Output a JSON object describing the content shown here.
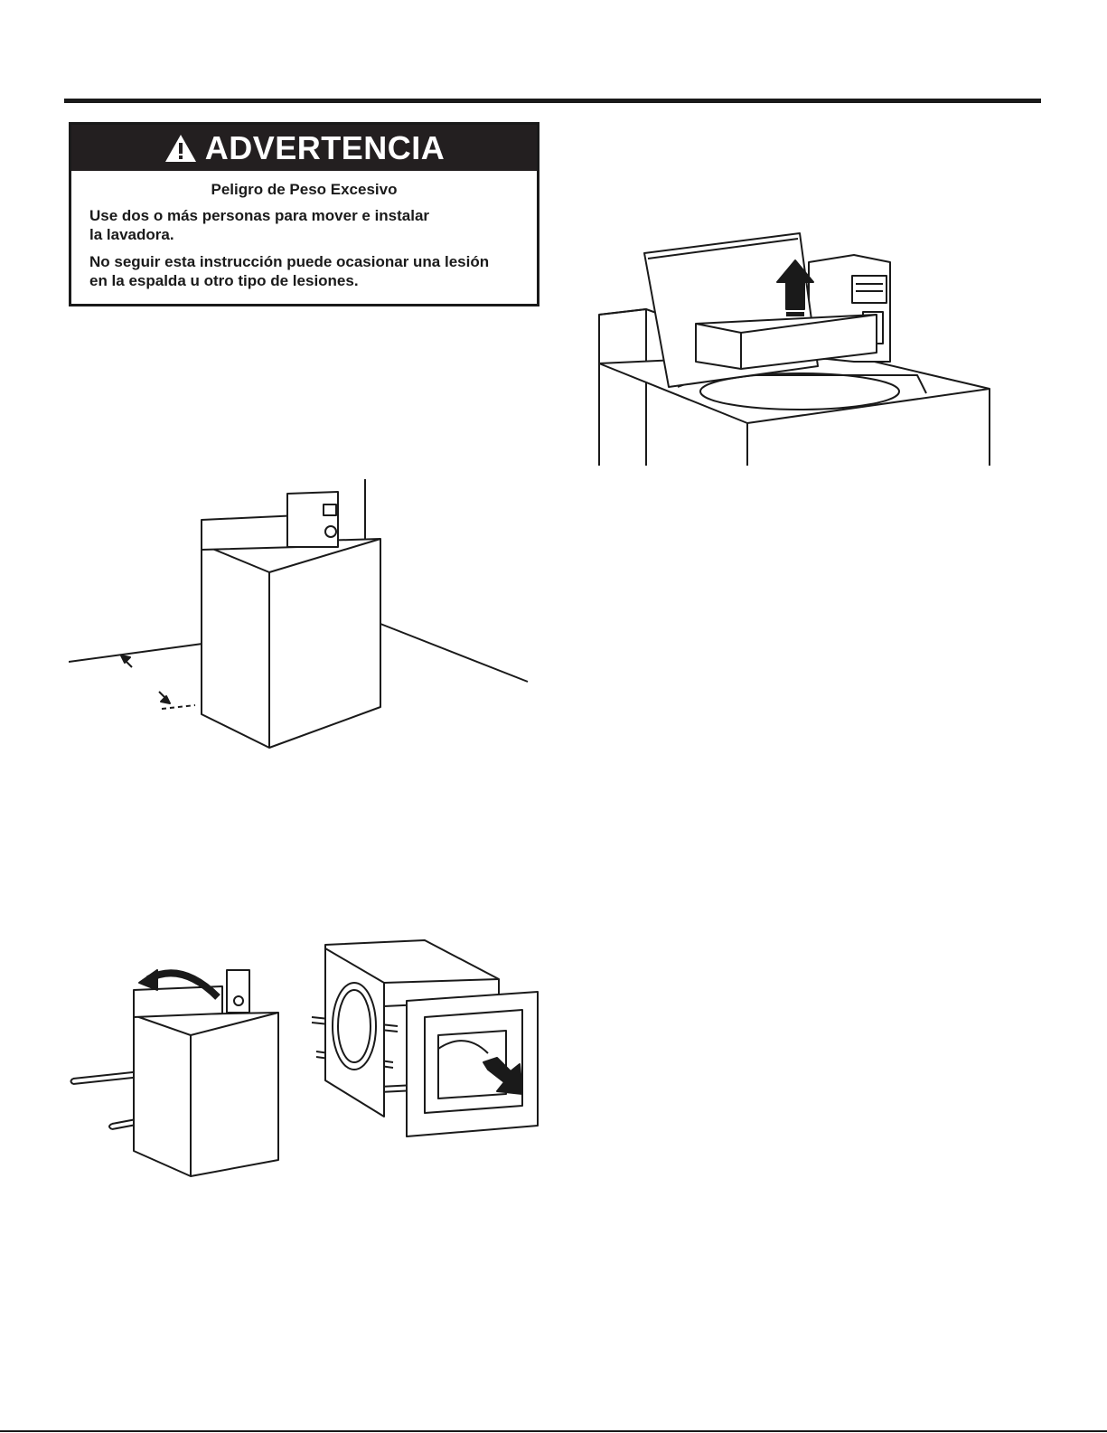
{
  "warning": {
    "title": "ADVERTENCIA",
    "icon": "warning-triangle-icon",
    "subtitle": "Peligro de Peso Excesivo",
    "line1": "Use dos o más personas para mover e instalar",
    "line2": "la lavadora.",
    "line3": "No seguir esta instrucción puede ocasionar una lesión",
    "line4": "en la espalda u otro tipo de lesiones."
  },
  "colors": {
    "ink": "#1a1a1a",
    "header_bg": "#231f20",
    "paper": "#ffffff"
  }
}
